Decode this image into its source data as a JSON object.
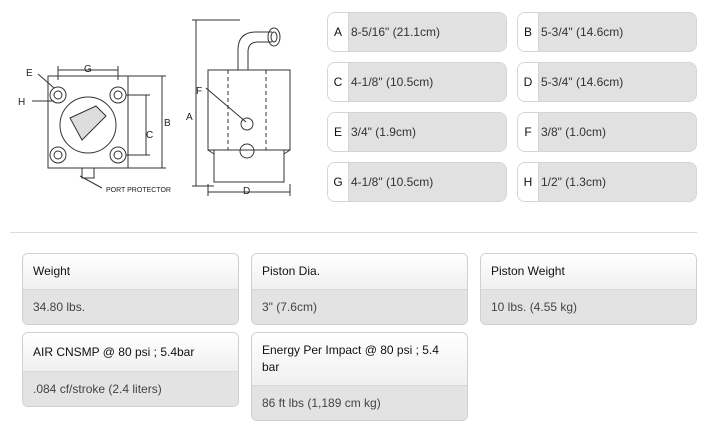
{
  "diagram": {
    "labels": {
      "e": "E",
      "h": "H",
      "g": "G",
      "b": "B",
      "c": "C",
      "a": "A",
      "f": "F",
      "d": "D",
      "port": "PORT PROTECTOR"
    }
  },
  "dimensions": [
    {
      "letter": "A",
      "value": "8-5/16\" (21.1cm)"
    },
    {
      "letter": "B",
      "value": "5-3/4\"  (14.6cm)"
    },
    {
      "letter": "C",
      "value": "4-1/8\"  (10.5cm)"
    },
    {
      "letter": "D",
      "value": "5-3/4\"  (14.6cm)"
    },
    {
      "letter": "E",
      "value": "3/4\"  (1.9cm)"
    },
    {
      "letter": "F",
      "value": "3/8\"  (1.0cm)"
    },
    {
      "letter": "G",
      "value": "4-1/8\"  (10.5cm)"
    },
    {
      "letter": "H",
      "value": "1/2\" (1.3cm)"
    }
  ],
  "specs": [
    {
      "label": "Weight",
      "value": "34.80 lbs."
    },
    {
      "label": "Piston Dia.",
      "value": "3\" (7.6cm)"
    },
    {
      "label": "Piston Weight",
      "value": "10 lbs. (4.55 kg)"
    },
    {
      "label": "AIR CNSMP @ 80 psi ; 5.4bar",
      "value": ".084 cf/stroke (2.4 liters)"
    },
    {
      "label": "Energy Per Impact @ 80 psi ; 5.4 bar",
      "value": "86 ft lbs (1,189 cm kg)"
    }
  ]
}
